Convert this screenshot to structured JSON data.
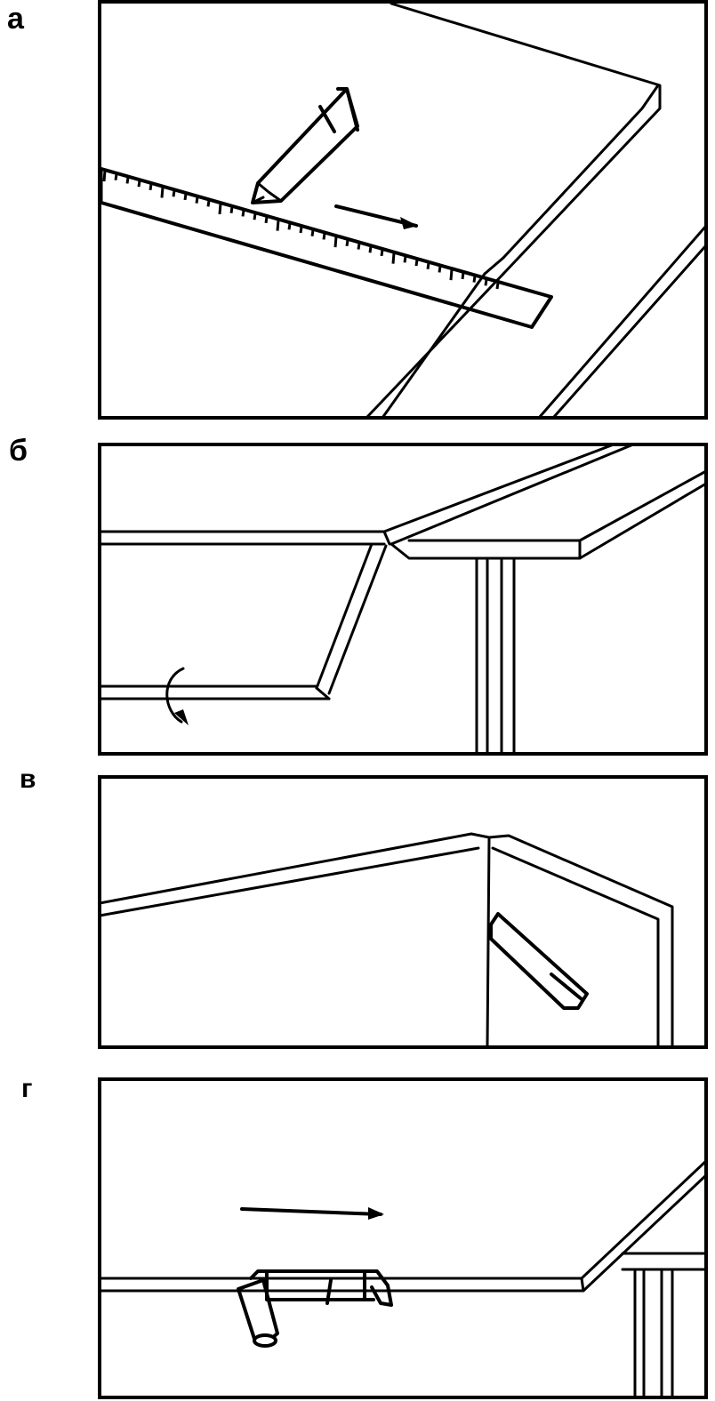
{
  "figure": {
    "panels": [
      {
        "label": "а",
        "step": "mark-cut-line-with-knife-along-ruler"
      },
      {
        "label": "б",
        "step": "fold-edge-down"
      },
      {
        "label": "в",
        "step": "trim-corner-with-knife"
      },
      {
        "label": "г",
        "step": "clamp-edge"
      }
    ]
  },
  "colors": {
    "ink": "#000000",
    "paper": "#ffffff"
  }
}
